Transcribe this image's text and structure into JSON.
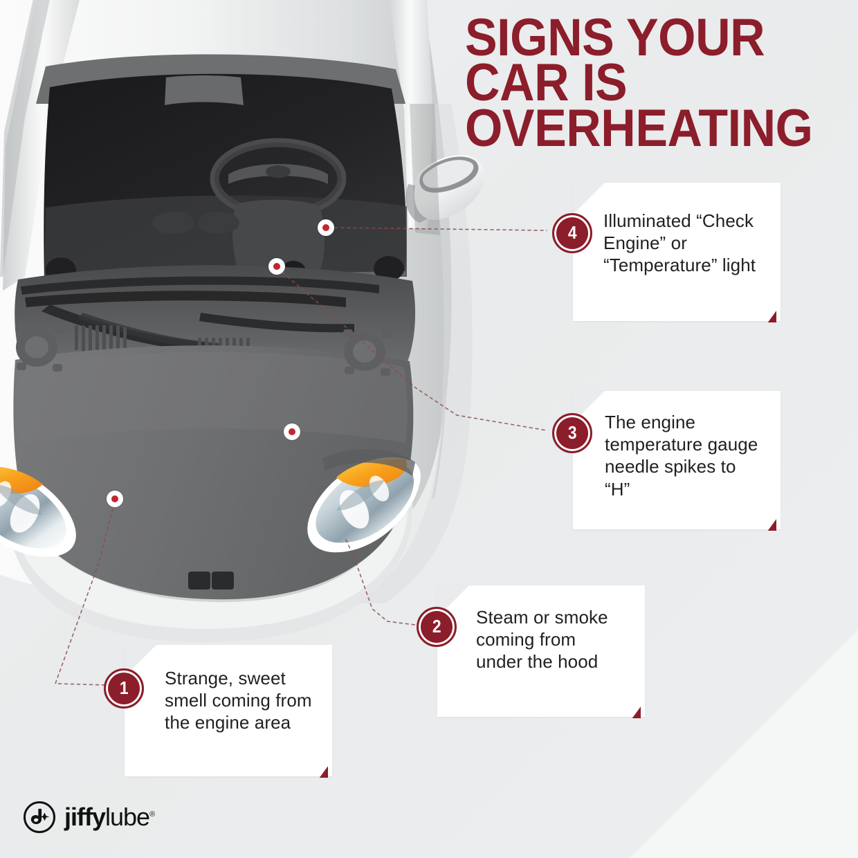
{
  "title": {
    "line1": "Signs Your Car Is",
    "line2": "Overheating"
  },
  "colors": {
    "brand_red": "#8c1d2a",
    "dot_red": "#c1272d",
    "background": "#edeff0",
    "box_background": "#ffffff",
    "text": "#231f20"
  },
  "callouts": [
    {
      "number": "1",
      "text": "Strange, sweet smell coming from the engine area",
      "aria": "callout-1-strange-sweet-smell"
    },
    {
      "number": "2",
      "text": "Steam or smoke coming from under the hood",
      "aria": "callout-2-steam-or-smoke"
    },
    {
      "number": "3",
      "text": "The engine temperature gauge needle spikes to “H”",
      "aria": "callout-3-temperature-gauge"
    },
    {
      "number": "4",
      "text": "Illuminated “Check Engine” or “Temperature” light",
      "aria": "callout-4-check-engine-light"
    }
  ],
  "logo": {
    "word_bold": "jiffy",
    "word_light": "lube",
    "trademark": "®",
    "mark_name": "jiffy-lube-j-spark-mark"
  },
  "illustration": {
    "subject": "white car viewed from above front, hood open area with engine bay",
    "marker_count": 4
  }
}
